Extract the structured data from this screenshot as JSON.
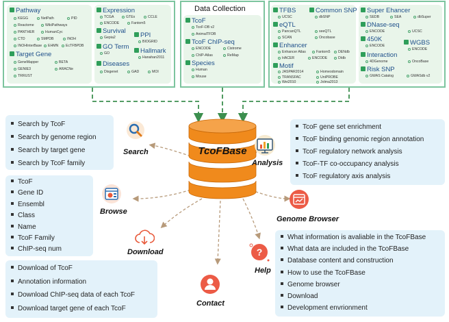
{
  "collection": {
    "left": [
      {
        "title": "Pathway",
        "items": [
          "KEGG",
          "NetPath",
          "PID",
          "Reactome",
          "WikiPathways",
          "PANTHER",
          "HumanCyc",
          "CTD",
          "SMPDB",
          "INOH",
          "INOHInterBase",
          "EHMN",
          "EcTFBPDB"
        ]
      },
      {
        "title": "Target Gene",
        "items": [
          "GeneMapper",
          "BETA",
          "GENIE3",
          "ARACNe",
          "TRRUST"
        ]
      }
    ],
    "mid_left": [
      {
        "title": "Expression",
        "items": [
          "TCGA",
          "GTEx",
          "CCLE",
          "ENCODE",
          "Fantom5"
        ]
      },
      {
        "title": "Survival",
        "items": [
          "Gepia2"
        ]
      },
      {
        "title": "PPI",
        "items": [
          "BIOGRID"
        ]
      },
      {
        "title": "GO Term",
        "items": [
          "GO"
        ]
      },
      {
        "title": "Hallmark",
        "items": [
          "Hanahan2011"
        ]
      },
      {
        "title": "Diseases",
        "items": [
          "Disgenet",
          "GAD",
          "MOI"
        ]
      }
    ],
    "center": {
      "title": "Data Collection",
      "groups": [
        {
          "title": "TcoF",
          "items": [
            "TcoF-DB v2",
            "AnimalTFDB"
          ]
        },
        {
          "title": "TcoF ChIP-seq",
          "items": [
            "ENCODE",
            "Cistrome",
            "ChIP-Atlas",
            "ReMap"
          ]
        },
        {
          "title": "Species",
          "items": [
            "Human",
            "Mouse"
          ]
        }
      ]
    },
    "right_a": [
      {
        "title": "TFBS",
        "items": [
          "UCSC"
        ]
      },
      {
        "title": "Common SNP",
        "items": [
          "dbSNP"
        ]
      },
      {
        "title": "eQTL",
        "items": [
          "PancanQTL",
          "seeQTL",
          "SCAN",
          "Oncobase"
        ]
      },
      {
        "title": "Enhancer",
        "items": [
          "Enhancer Atlas",
          "Fantom5",
          "DENdb",
          "HACER",
          "ENCODE",
          "DIdb"
        ]
      },
      {
        "title": "Motif",
        "items": [
          "JASPAR2014",
          "Homeodomain",
          "TRANSFAC",
          "UniPROBE",
          "Wei2010",
          "Jolma2013"
        ]
      }
    ],
    "right_b": [
      {
        "title": "Super Ehancer",
        "items": [
          "SEDB",
          "SEA",
          "dbSuper"
        ]
      },
      {
        "title": "DNase-seq",
        "items": [
          "ENCODE",
          "UCSC"
        ]
      },
      {
        "title": "450K",
        "items": [
          "ENCODE"
        ]
      },
      {
        "title": "WGBS",
        "items": [
          "ENCODE"
        ]
      },
      {
        "title": "Interaction",
        "items": [
          "4DGenome",
          "OncoBase"
        ]
      },
      {
        "title": "Risk SNP",
        "items": [
          "GWAS Catalog",
          "GWASdb v2"
        ]
      }
    ]
  },
  "center_name": "TcoFBase",
  "modules": {
    "search": {
      "label": "Search",
      "items": [
        "Search  by  TcoF",
        "Search  by  genome  region",
        "Search  by  target  gene",
        "Search  by  TcoF  family"
      ]
    },
    "browse": {
      "label": "Browse",
      "items": [
        "TcoF",
        "Gene  ID",
        "Ensembl",
        "Class",
        "Name",
        "TcoF  Family",
        "ChIP-seq  num"
      ]
    },
    "download": {
      "label": "Download",
      "items": [
        "Download of TcoF",
        "Annotation information",
        "Download ChIP-seq  data of each TcoF",
        "Download target gene of each TcoF"
      ]
    },
    "contact": {
      "label": "Contact"
    },
    "analysis": {
      "label": "Analysis",
      "items": [
        "TcoF gene set enrichment",
        "TcoF binding genomic region annotation",
        "TcoF regulatory network analysis",
        "TcoF-TF co-occupancy analysis",
        "TcoF regulatory axis analysis"
      ]
    },
    "genome_browser": {
      "label": "Genome Browser"
    },
    "help": {
      "label": "Help",
      "items": [
        "What information is avaliable in the TcoFBase",
        "What data are included in the TcoFBase",
        "Database content and construction",
        "How to use the TcoFBase",
        "Genome browser",
        "Download",
        "Development envrionment"
      ]
    }
  },
  "colors": {
    "green_border": "#7cc49e",
    "green_panel": "#e9f5ea",
    "blue_box": "#e3f2fa",
    "db_orange": "#f08a1c",
    "header_blue": "#1e4f8a"
  }
}
